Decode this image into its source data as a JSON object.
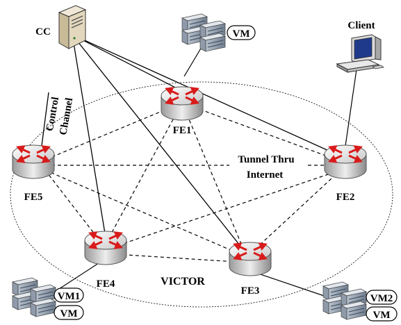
{
  "labels": {
    "controller": "CC",
    "control_channel_line1": "Control",
    "control_channel_line2": "Channel",
    "client": "Client",
    "tunnel_line1": "Tunnel Thru",
    "tunnel_line2": "Internet",
    "victor": "VICTOR"
  },
  "routers": [
    {
      "id": "fe1",
      "label": "FE1"
    },
    {
      "id": "fe2",
      "label": "FE2"
    },
    {
      "id": "fe3",
      "label": "FE3"
    },
    {
      "id": "fe4",
      "label": "FE4"
    },
    {
      "id": "fe5",
      "label": "FE5"
    }
  ],
  "vm_groups": [
    {
      "id": "vm-top",
      "tags": [
        "VM"
      ]
    },
    {
      "id": "vm-left",
      "tags": [
        "VM1",
        "VM"
      ]
    },
    {
      "id": "vm-right",
      "tags": [
        "VM2",
        "VM"
      ]
    }
  ],
  "icons": [
    "server-icon",
    "computer-icon",
    "router-icon",
    "server-rack-icon"
  ],
  "colors": {
    "router_arrow": "#d91b1b",
    "router_body": "#e6e6e6",
    "server_body": "#d8ccb0",
    "line": "#000000"
  }
}
